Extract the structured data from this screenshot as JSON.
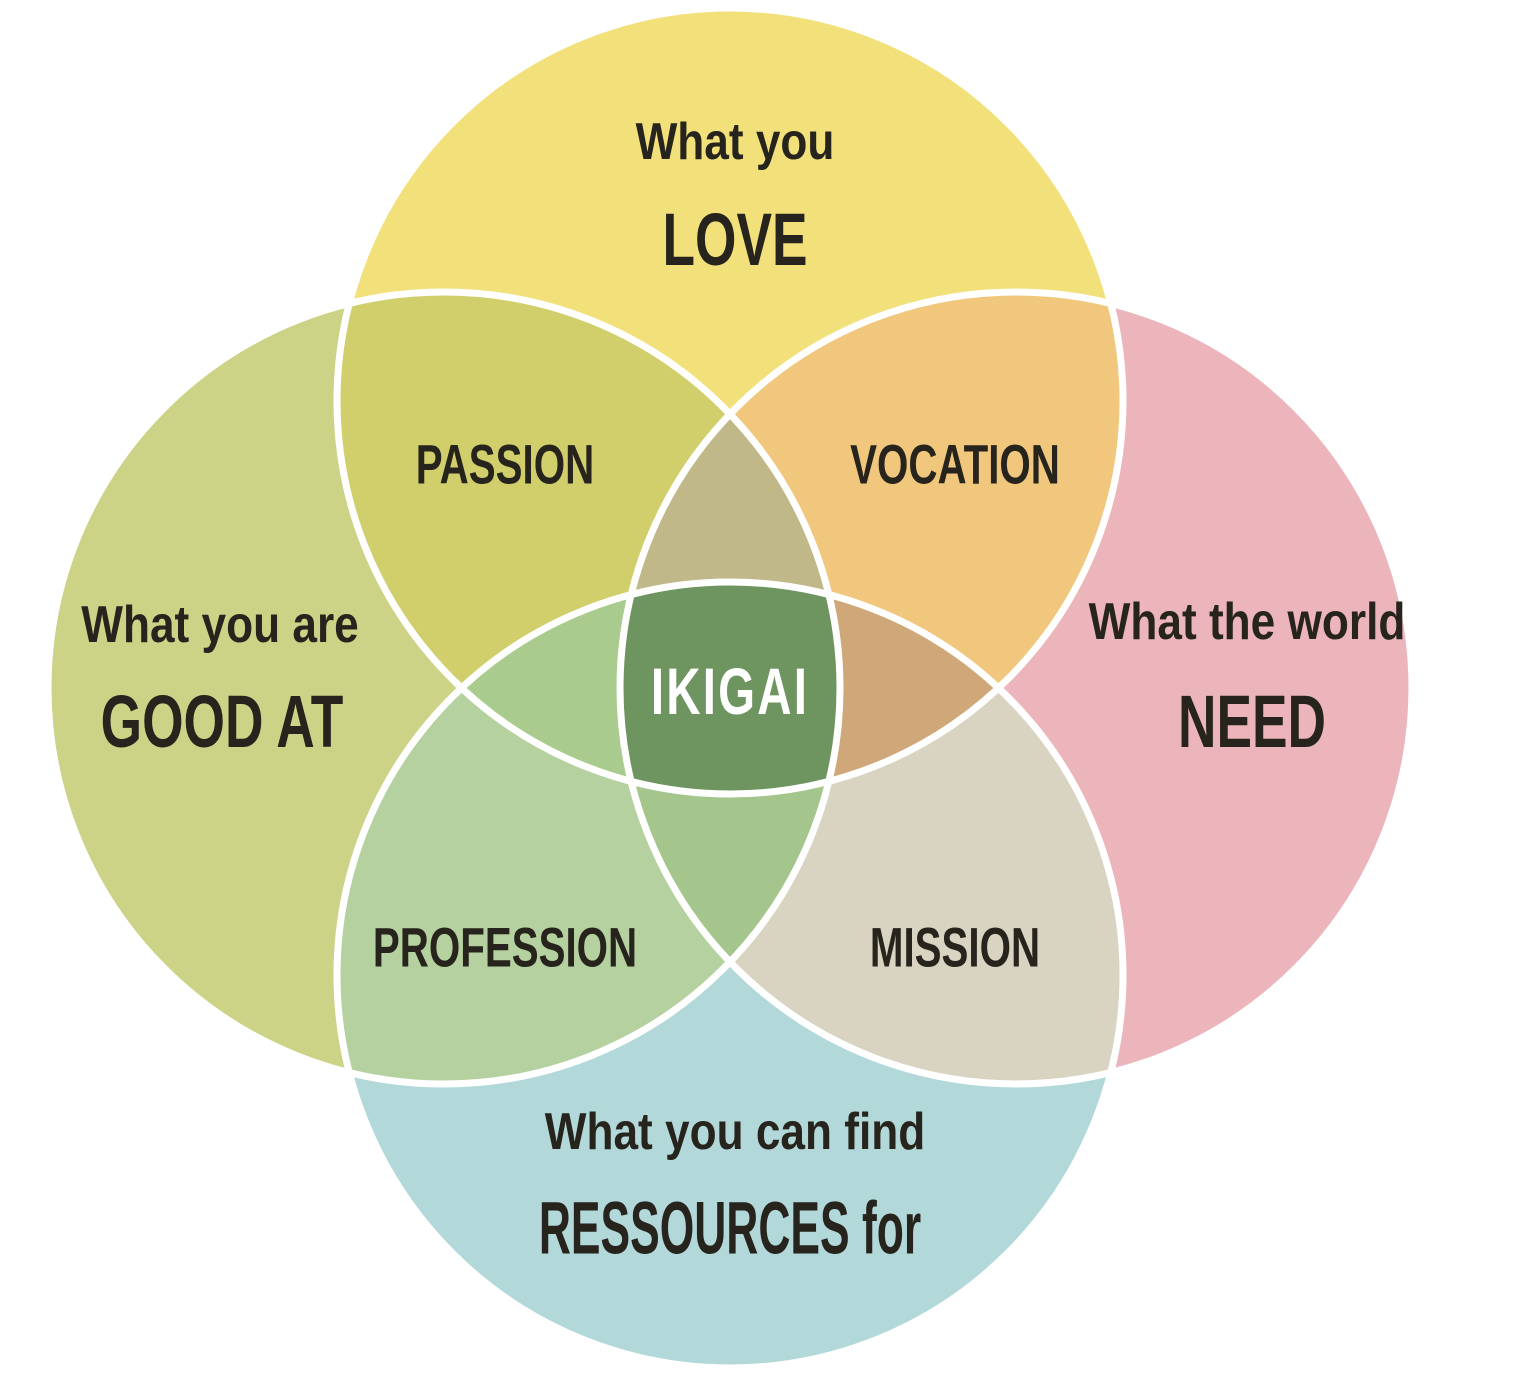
{
  "diagram": {
    "background_color": "#ffffff",
    "outline_color": "#ffffff",
    "label_color": "#26241c",
    "center": {
      "label": "IKIGAI",
      "color": "#6e9460",
      "text_color": "#ffffff"
    },
    "circles": {
      "love": {
        "subtitle": "What you",
        "title": "LOVE",
        "color": "#f2e17b"
      },
      "good_at": {
        "subtitle": "What you are",
        "title": "GOOD AT",
        "color": "#cdd386"
      },
      "need": {
        "subtitle": "What the world",
        "title": "NEED",
        "color": "#ecb5bc"
      },
      "resources": {
        "subtitle": "What you can find",
        "title": "RESSOURCES for",
        "color": "#b2d8da"
      }
    },
    "pair_overlaps": {
      "passion": {
        "label": "PASSION",
        "color": "#d0cf6b"
      },
      "vocation": {
        "label": "VOCATION",
        "color": "#f0c77c"
      },
      "profession": {
        "label": "PROFESSION",
        "color": "#b5d1a0"
      },
      "mission": {
        "label": "MISSION",
        "color": "#d9d3c2"
      }
    },
    "triple_overlaps": {
      "love_goodat_need": {
        "color": "#c1b88a"
      },
      "goodat_need_resources": {
        "color": "#a4c58c"
      },
      "love_goodat_resources": {
        "color": "#a9cb8e"
      },
      "love_need_resources": {
        "color": "#d0a778"
      }
    }
  }
}
